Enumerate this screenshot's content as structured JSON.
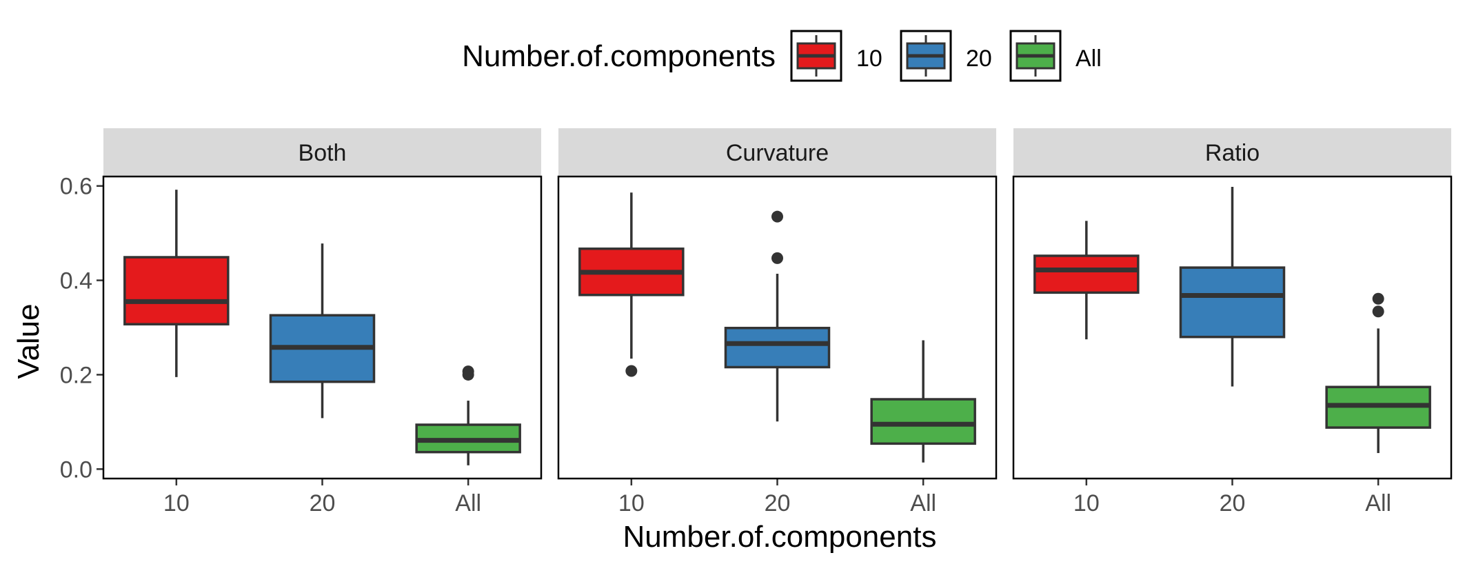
{
  "chart_data": {
    "type": "boxplot",
    "xlabel": "Number.of.components",
    "ylabel": "Value",
    "ylim": [
      -0.02,
      0.62
    ],
    "yticks": [
      0.0,
      0.2,
      0.4,
      0.6
    ],
    "ytick_labels": [
      "0.0",
      "0.2",
      "0.4",
      "0.6"
    ],
    "categories": [
      "10",
      "20",
      "All"
    ],
    "legend": {
      "title": "Number.of.components",
      "position": "top",
      "entries": [
        {
          "label": "10",
          "color": "#E41A1C"
        },
        {
          "label": "20",
          "color": "#377EB8"
        },
        {
          "label": "All",
          "color": "#4DAF4A"
        }
      ]
    },
    "facets": [
      {
        "title": "Both",
        "boxes": [
          {
            "category": "10",
            "whisker_low": 0.195,
            "q1": 0.307,
            "median": 0.355,
            "q3": 0.449,
            "whisker_high": 0.592,
            "outliers": []
          },
          {
            "category": "20",
            "whisker_low": 0.108,
            "q1": 0.185,
            "median": 0.258,
            "q3": 0.326,
            "whisker_high": 0.478,
            "outliers": []
          },
          {
            "category": "All",
            "whisker_low": 0.008,
            "q1": 0.036,
            "median": 0.061,
            "q3": 0.094,
            "whisker_high": 0.145,
            "outliers": [
              0.2,
              0.207
            ]
          }
        ]
      },
      {
        "title": "Curvature",
        "boxes": [
          {
            "category": "10",
            "whisker_low": 0.234,
            "q1": 0.369,
            "median": 0.417,
            "q3": 0.467,
            "whisker_high": 0.586,
            "outliers": [
              0.208
            ]
          },
          {
            "category": "20",
            "whisker_low": 0.101,
            "q1": 0.216,
            "median": 0.266,
            "q3": 0.299,
            "whisker_high": 0.414,
            "outliers": [
              0.447,
              0.535
            ]
          },
          {
            "category": "All",
            "whisker_low": 0.014,
            "q1": 0.054,
            "median": 0.095,
            "q3": 0.148,
            "whisker_high": 0.273,
            "outliers": []
          }
        ]
      },
      {
        "title": "Ratio",
        "boxes": [
          {
            "category": "10",
            "whisker_low": 0.275,
            "q1": 0.374,
            "median": 0.422,
            "q3": 0.452,
            "whisker_high": 0.526,
            "outliers": []
          },
          {
            "category": "20",
            "whisker_low": 0.175,
            "q1": 0.28,
            "median": 0.368,
            "q3": 0.427,
            "whisker_high": 0.598,
            "outliers": []
          },
          {
            "category": "All",
            "whisker_low": 0.034,
            "q1": 0.088,
            "median": 0.135,
            "q3": 0.174,
            "whisker_high": 0.298,
            "outliers": [
              0.334,
              0.361
            ]
          }
        ]
      }
    ],
    "colors": {
      "box_outline": "#333333",
      "strip_fill": "#D9D9D9",
      "panel_border": "#000000",
      "text": "#000000",
      "tick_text": "#4D4D4D"
    }
  }
}
